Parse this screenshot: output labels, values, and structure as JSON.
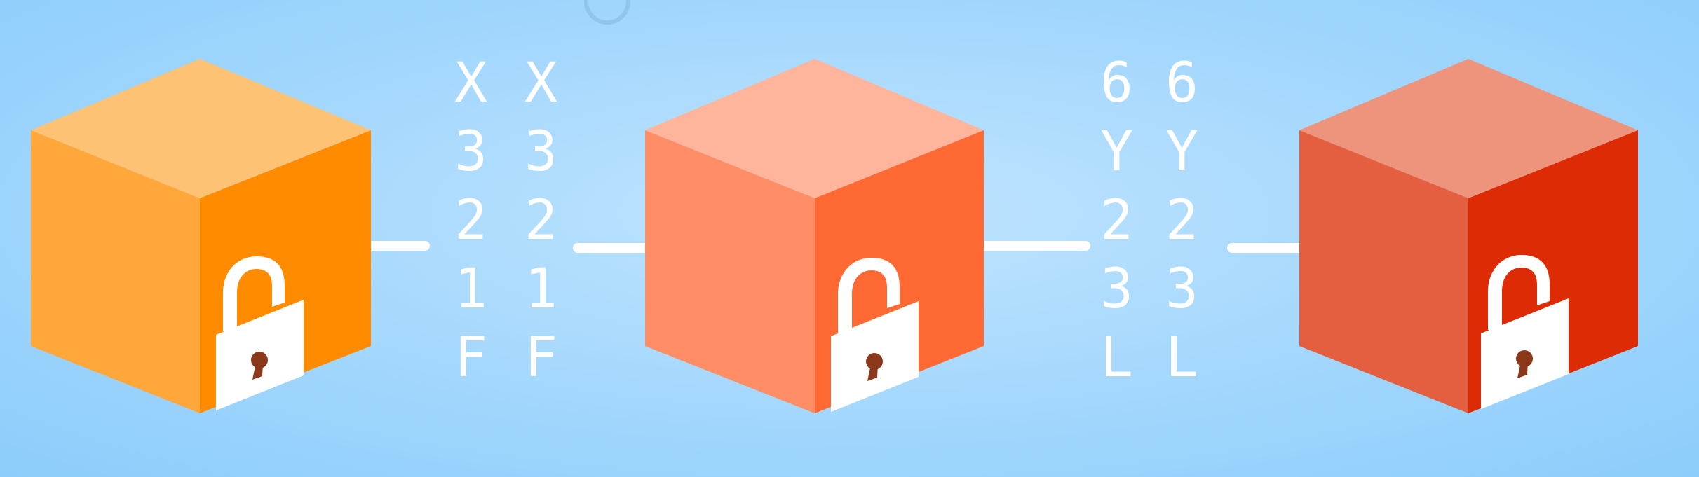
{
  "colors": {
    "background": "#a8d9fd",
    "block1": {
      "top": "#fec274",
      "left": "#ffa73a",
      "right": "#ff8c00"
    },
    "block2": {
      "top": "#ffb59c",
      "left": "#ff8d66",
      "right": "#ff6a34"
    },
    "block3": {
      "top": "#ee947d",
      "left": "#e45f3f",
      "right": "#dd2b05"
    },
    "lock": "#ffffff",
    "hash_text": "#ffffff"
  },
  "blocks": [
    {
      "name": "block-1",
      "icon": "padlock-icon"
    },
    {
      "name": "block-2",
      "icon": "padlock-icon"
    },
    {
      "name": "block-3",
      "icon": "padlock-icon"
    }
  ],
  "hashes": [
    {
      "chars": [
        "X",
        "3",
        "2",
        "1",
        "F"
      ]
    },
    {
      "chars": [
        "X",
        "3",
        "2",
        "1",
        "F"
      ]
    },
    {
      "chars": [
        "6",
        "Y",
        "2",
        "3",
        "L"
      ]
    },
    {
      "chars": [
        "6",
        "Y",
        "2",
        "3",
        "L"
      ]
    }
  ]
}
